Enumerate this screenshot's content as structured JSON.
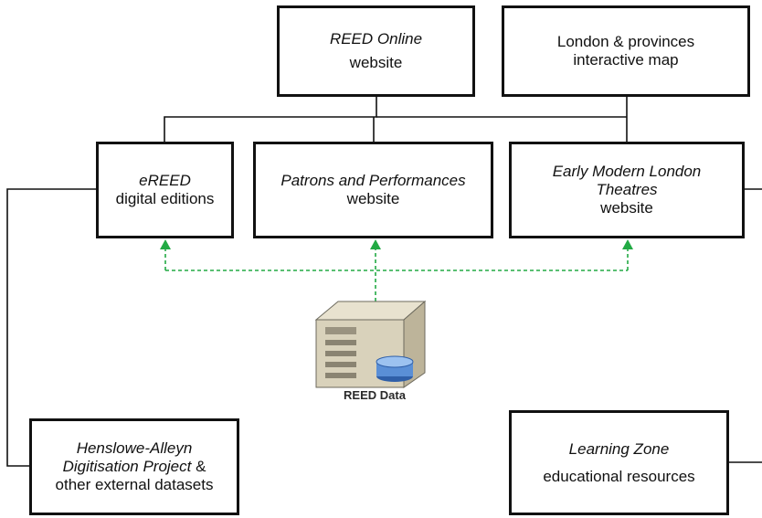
{
  "diagram": {
    "top": {
      "reed_online": {
        "title": "REED Online",
        "subtitle": "website"
      },
      "map": {
        "line1": "London & provinces",
        "line2": "interactive map"
      }
    },
    "middle": {
      "ereed": {
        "title": "eREED",
        "subtitle": "digital editions"
      },
      "patrons": {
        "title": "Patrons and Performances",
        "subtitle": "website"
      },
      "emlt": {
        "title1": "Early Modern London",
        "title2": "Theatres",
        "subtitle": "website"
      }
    },
    "data_source": {
      "label": "REED Data",
      "icon": "server-database-icon"
    },
    "bottom": {
      "henslowe": {
        "title1": "Henslowe-Alleyn",
        "title2": "Digitisation Project",
        "amp": " &",
        "line3": "other external datasets"
      },
      "learning": {
        "title": "Learning Zone",
        "subtitle": "educational resources"
      }
    },
    "colors": {
      "box_border": "#111111",
      "connector": "#111111",
      "data_link": "#22aa44"
    }
  }
}
